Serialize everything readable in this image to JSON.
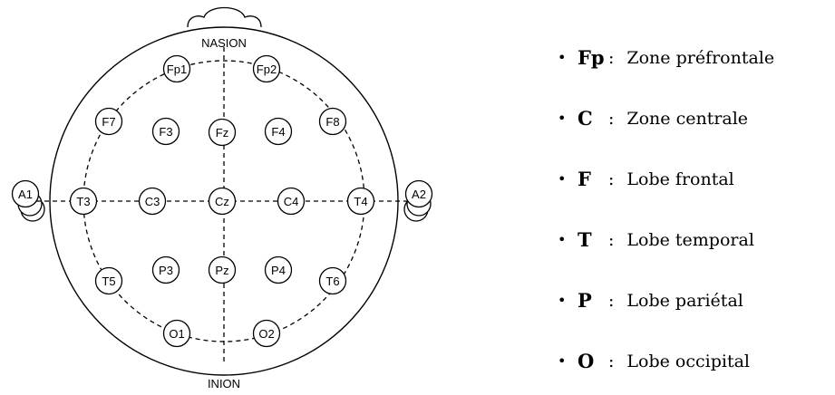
{
  "diagram": {
    "landmarks": {
      "top": "NASION",
      "bottom": "INION"
    },
    "electrodes": [
      {
        "id": "Fp1"
      },
      {
        "id": "Fp2"
      },
      {
        "id": "F7"
      },
      {
        "id": "F3"
      },
      {
        "id": "Fz"
      },
      {
        "id": "F4"
      },
      {
        "id": "F8"
      },
      {
        "id": "A1"
      },
      {
        "id": "T3"
      },
      {
        "id": "C3"
      },
      {
        "id": "Cz"
      },
      {
        "id": "C4"
      },
      {
        "id": "T4"
      },
      {
        "id": "A2"
      },
      {
        "id": "T5"
      },
      {
        "id": "P3"
      },
      {
        "id": "Pz"
      },
      {
        "id": "P4"
      },
      {
        "id": "T6"
      },
      {
        "id": "O1"
      },
      {
        "id": "O2"
      }
    ]
  },
  "legend": {
    "items": [
      {
        "code": "Fp",
        "separator": ":",
        "text": "Zone préfrontale"
      },
      {
        "code": "C",
        "separator": ":",
        "text": "Zone centrale"
      },
      {
        "code": "F",
        "separator": ":",
        "text": "Lobe frontal"
      },
      {
        "code": "T",
        "separator": ":",
        "text": "Lobe temporal"
      },
      {
        "code": "P",
        "separator": ":",
        "text": "Lobe pariétal"
      },
      {
        "code": "O",
        "separator": ":",
        "text": "Lobe occipital"
      }
    ]
  }
}
